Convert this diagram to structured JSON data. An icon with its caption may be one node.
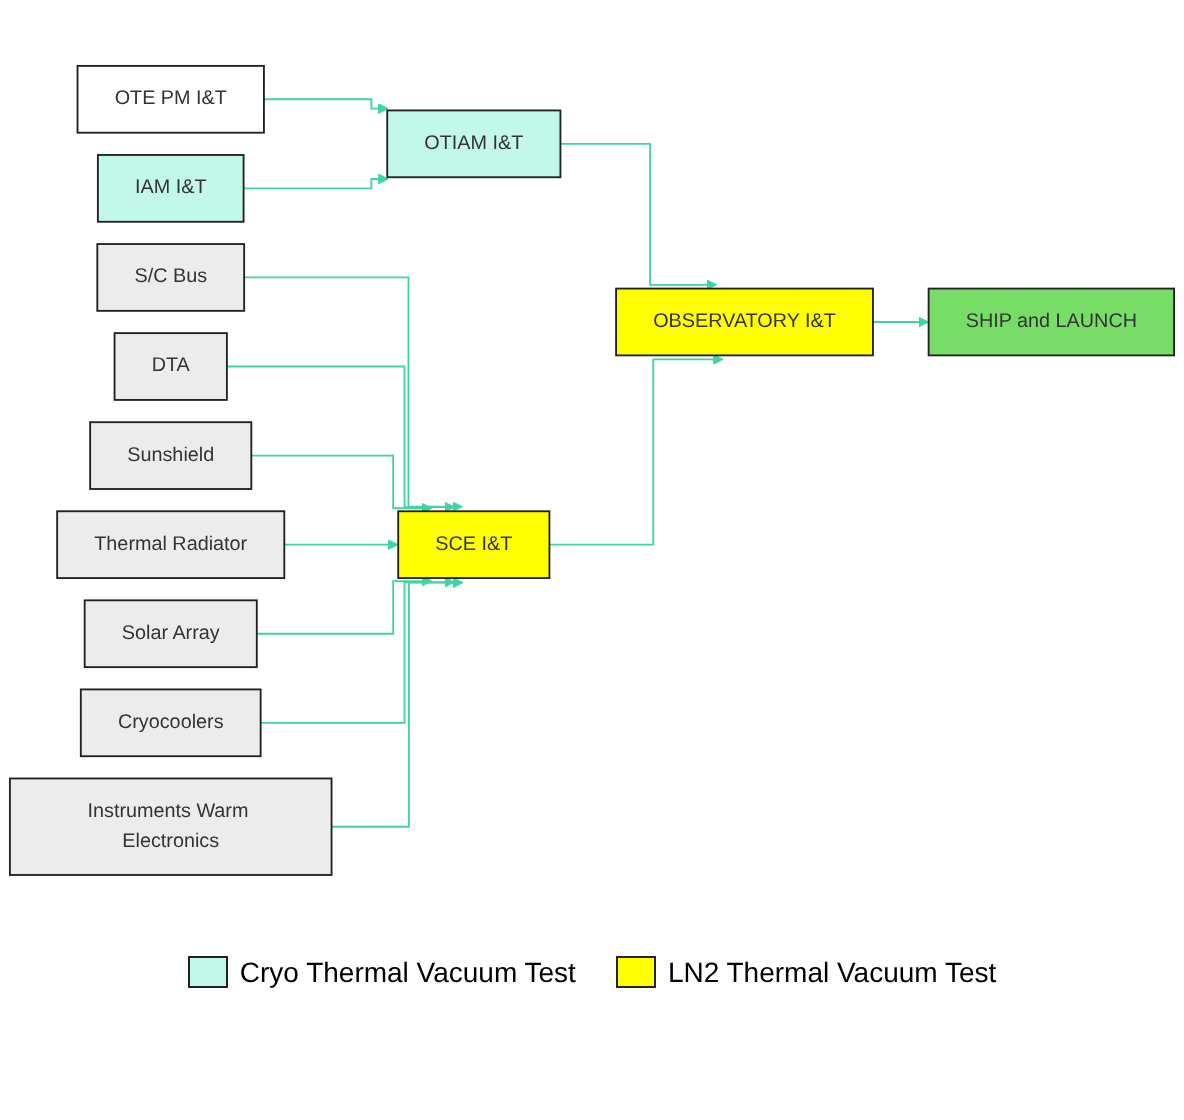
{
  "diagram": {
    "nodes": [
      {
        "text": [
          "OTE PM I&T"
        ]
      },
      {
        "text": [
          "IAM I&T"
        ]
      },
      {
        "text": [
          "OTIAM I&T"
        ]
      },
      {
        "text": [
          "OBSERVATORY I&T"
        ]
      },
      {
        "text": [
          "SHIP and LAUNCH"
        ]
      },
      {
        "text": [
          "S/C Bus"
        ]
      },
      {
        "text": [
          "DTA"
        ]
      },
      {
        "text": [
          "Sunshield"
        ]
      },
      {
        "text": [
          "Thermal Radiator"
        ]
      },
      {
        "text": [
          "Solar Array"
        ]
      },
      {
        "text": [
          "Cryocoolers"
        ]
      },
      {
        "text": [
          "Instruments Warm Electronics"
        ]
      },
      {
        "text": [
          "SCE I&T"
        ]
      }
    ],
    "edges": [
      {
        "from": 0,
        "to": 2,
        "arrow": "to"
      },
      {
        "from": 1,
        "to": 2,
        "arrow": "to"
      },
      {
        "from": 2,
        "to": 3,
        "arrow": "to"
      },
      {
        "from": 12,
        "to": 3,
        "arrow": "to"
      },
      {
        "from": 3,
        "to": 4,
        "arrow": "to"
      },
      {
        "from": 5,
        "to": 12,
        "arrow": "to"
      },
      {
        "from": 6,
        "to": 12,
        "arrow": "to"
      },
      {
        "from": 7,
        "to": 12,
        "arrow": "to"
      },
      {
        "from": 8,
        "to": 12,
        "arrow": "to"
      },
      {
        "from": 9,
        "to": 12,
        "arrow": "to"
      },
      {
        "from": 10,
        "to": 12,
        "arrow": "to"
      },
      {
        "from": 11,
        "to": 12,
        "arrow": "to"
      }
    ],
    "legend": [
      {
        "text": "Cryo Thermal Vacuum Test",
        "color": "#c2f8ea"
      },
      {
        "text": "LN2 Thermal Vacuum Test",
        "color": "#ffff00"
      }
    ]
  }
}
